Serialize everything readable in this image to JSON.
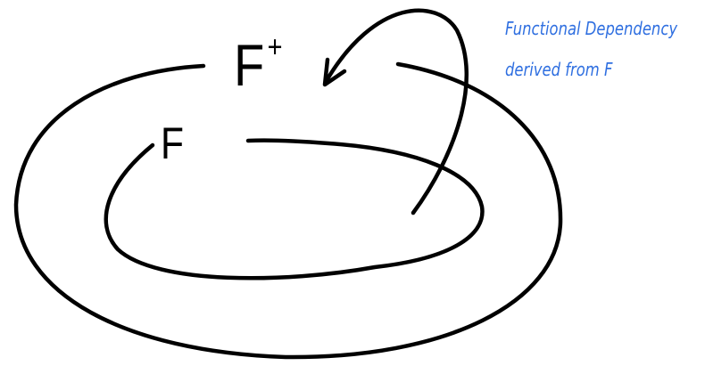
{
  "diagram": {
    "outer_set": {
      "symbol": "F",
      "superscript": "+"
    },
    "inner_set": {
      "symbol": "F"
    },
    "annotation": {
      "line1": "Functional Dependency",
      "line2": "derived from F"
    }
  },
  "colors": {
    "ink": "#000000",
    "annotation": "#2f6fe0",
    "background": "#ffffff"
  }
}
